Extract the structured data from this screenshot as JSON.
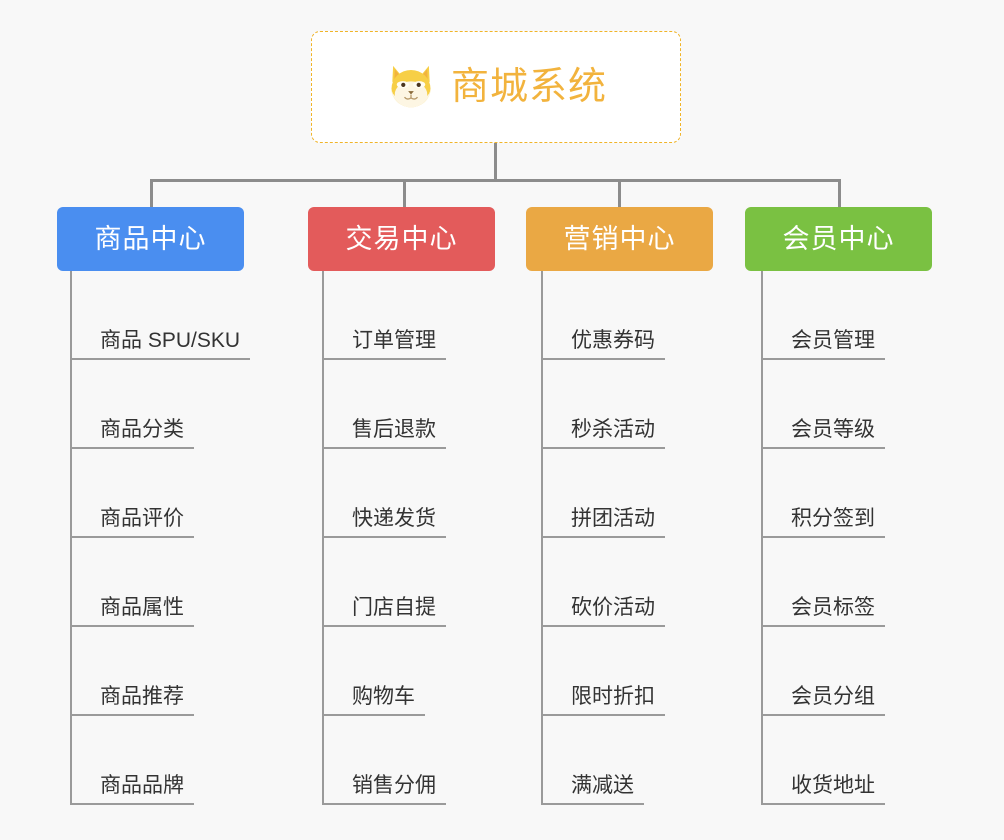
{
  "background_color": "#f8f8f8",
  "root": {
    "title": "商城系统",
    "icon": "shiba-inu-dog-face-icon",
    "text_color": "#f2b33d",
    "border_color": "#f0b429",
    "fill_color": "#ffffff"
  },
  "connector_color": "#8c8c8c",
  "leaf_line_color": "#9a9a9a",
  "leaf_text_color": "#333333",
  "categories": [
    {
      "label": "商品中心",
      "color": "#4a8ef0",
      "items": [
        "商品 SPU/SKU",
        "商品分类",
        "商品评价",
        "商品属性",
        "商品推荐",
        "商品品牌"
      ]
    },
    {
      "label": "交易中心",
      "color": "#e35b5b",
      "items": [
        "订单管理",
        "售后退款",
        "快递发货",
        "门店自提",
        "购物车",
        "销售分佣"
      ]
    },
    {
      "label": "营销中心",
      "color": "#eaa844",
      "items": [
        "优惠券码",
        "秒杀活动",
        "拼团活动",
        "砍价活动",
        "限时折扣",
        "满减送"
      ]
    },
    {
      "label": "会员中心",
      "color": "#7ac142",
      "items": [
        "会员管理",
        "会员等级",
        "积分签到",
        "会员标签",
        "会员分组",
        "收货地址"
      ]
    }
  ]
}
